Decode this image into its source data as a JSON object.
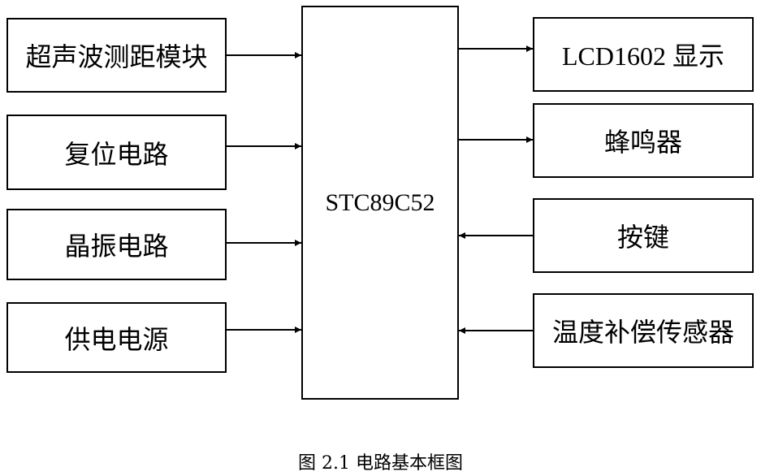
{
  "diagram": {
    "mcu": "STC89C52",
    "inputs": [
      "超声波测距模块",
      "复位电路",
      "晶振电路",
      "供电电源"
    ],
    "outputs": [
      "LCD1602 显示",
      "蜂鸣器"
    ],
    "right_inputs": [
      "按键",
      "温度补偿传感器"
    ],
    "caption": "图 2.1  电路基本框图"
  }
}
